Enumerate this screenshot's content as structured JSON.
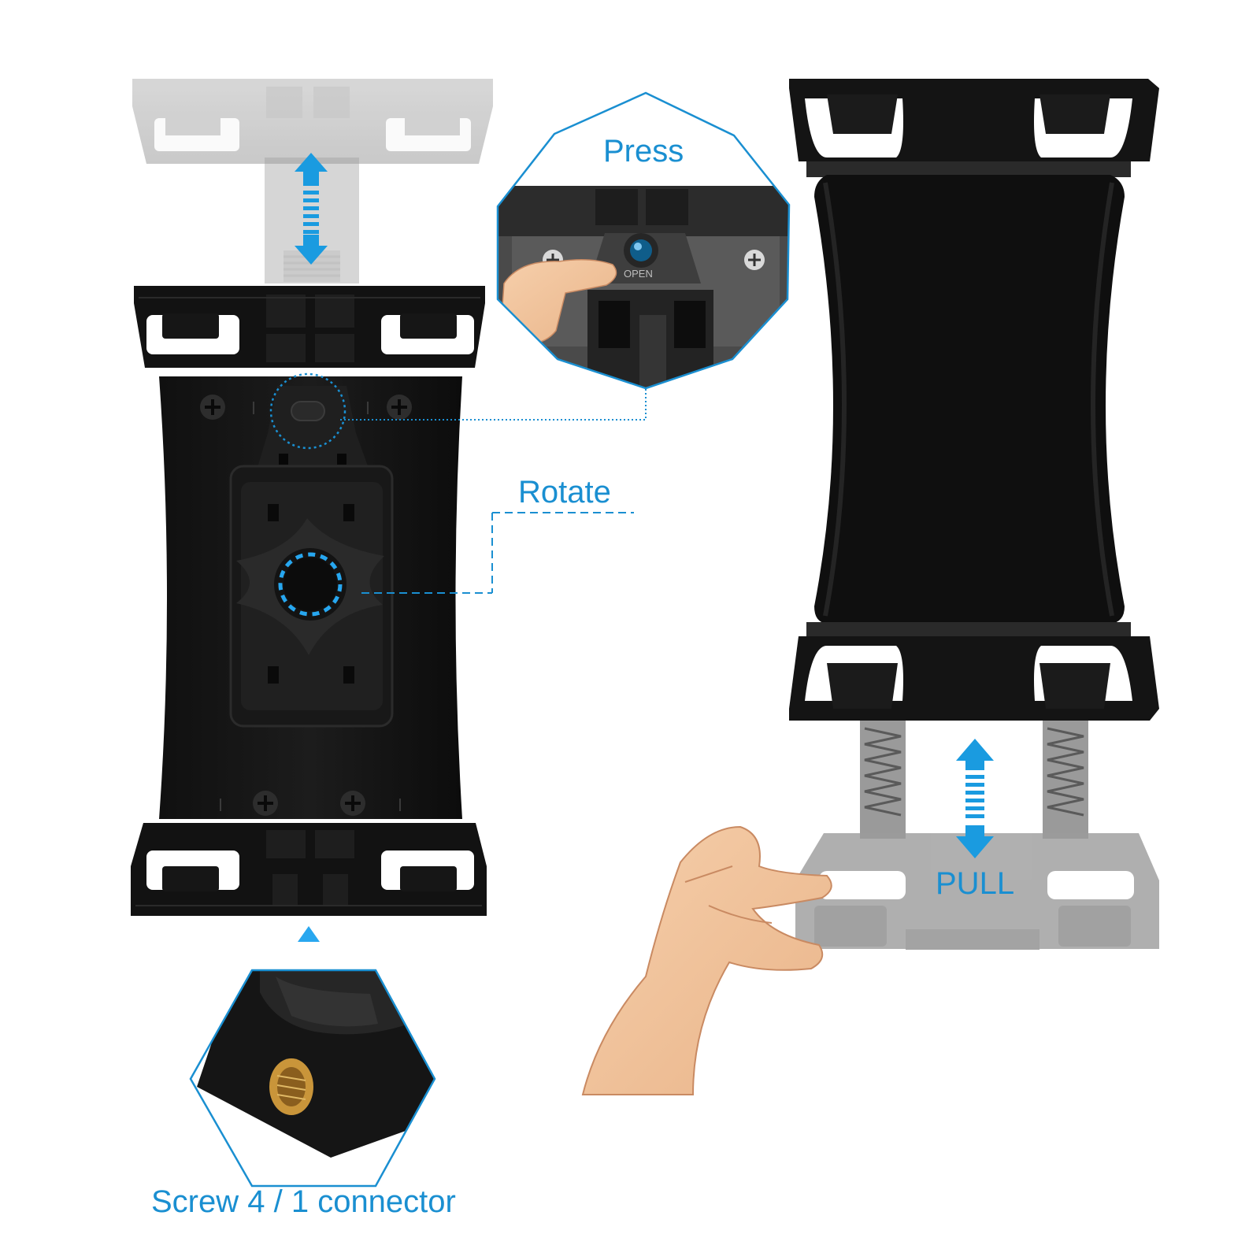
{
  "labels": {
    "press": "Press",
    "rotate": "Rotate",
    "pull": "PULL",
    "screw": "Screw 4 / 1 connector",
    "open": "OPEN"
  },
  "colors": {
    "accent": "#1a8fd1",
    "product_black": "#141414",
    "product_gray": "#8f8f8f",
    "skin": "#f2c39a",
    "brass": "#c9953a"
  },
  "icons": [
    "double-arrow-icon",
    "screw-icon",
    "hand-icon",
    "spring-icon",
    "triangle-pointer-icon"
  ]
}
